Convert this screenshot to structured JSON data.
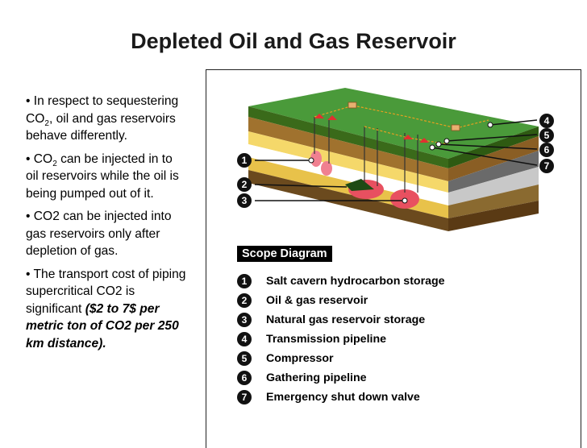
{
  "title": "Depleted Oil and Gas Reservoir",
  "bullets": [
    {
      "pre": "In respect to sequestering CO",
      "sub": "2",
      "post": ", oil and gas reservoirs behave differently."
    },
    {
      "pre": "CO",
      "sub": "2",
      "post": " can be injected in to oil reservoirs while the oil is being pumped out of it."
    },
    {
      "text": "CO2 can be injected into gas reservoirs only after depletion of gas."
    },
    {
      "text": "The transport cost of piping supercritical CO2 is significant ",
      "emph": "($2 to 7$ per metric ton of CO2 per 250 km distance)."
    }
  ],
  "diagram": {
    "scope_title": "Scope Diagram",
    "legend": [
      {
        "num": "1",
        "label": "Salt cavern hydrocarbon storage"
      },
      {
        "num": "2",
        "label": "Oil  & gas reservoir"
      },
      {
        "num": "3",
        "label": "Natural gas reservoir storage"
      },
      {
        "num": "4",
        "label": "Transmission pipeline"
      },
      {
        "num": "5",
        "label": "Compressor"
      },
      {
        "num": "6",
        "label": "Gathering pipeline"
      },
      {
        "num": "7",
        "label": "Emergency shut down valve"
      }
    ]
  }
}
